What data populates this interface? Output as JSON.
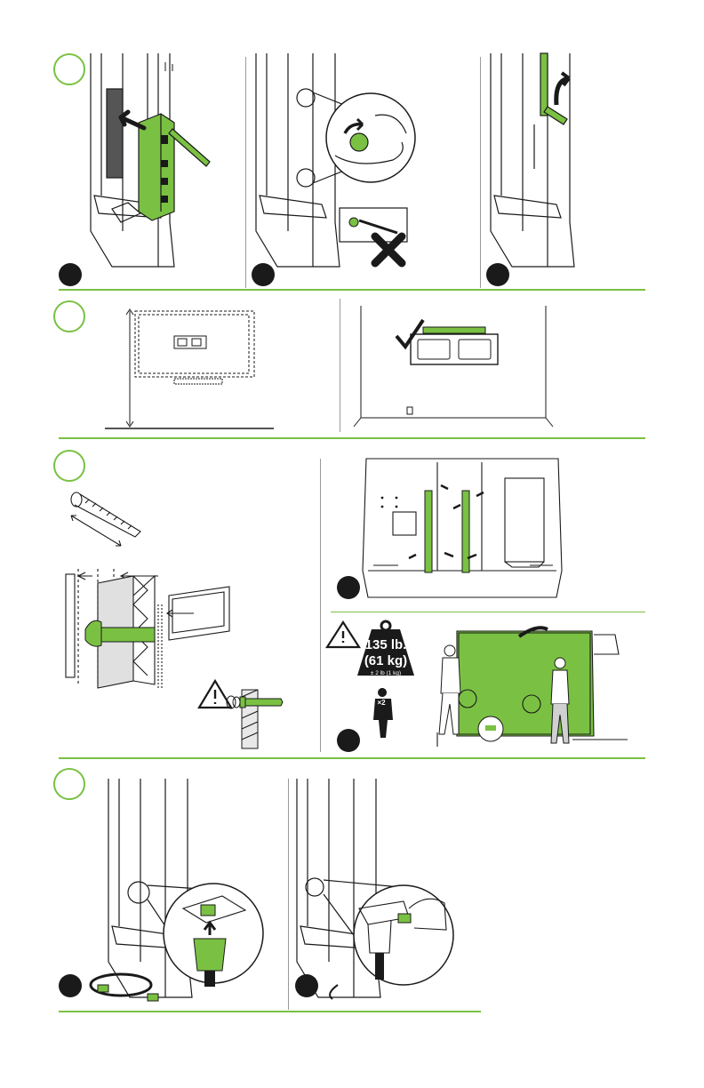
{
  "colors": {
    "accent": "#7ac143",
    "accent_dark": "#5a9a2a",
    "ink": "#1a1a1a",
    "rule": "#7ac143"
  },
  "icons": {
    "warning": "warning-triangle-icon",
    "weight": "weight-icon",
    "person": "person-icon",
    "check": "checkmark-icon",
    "cross": "cross-x-icon"
  },
  "weight": {
    "pounds": "135 lb.",
    "kilograms": "(61 kg)",
    "tolerance": "± 2 lb (1 kg)",
    "people_count": "×2"
  }
}
